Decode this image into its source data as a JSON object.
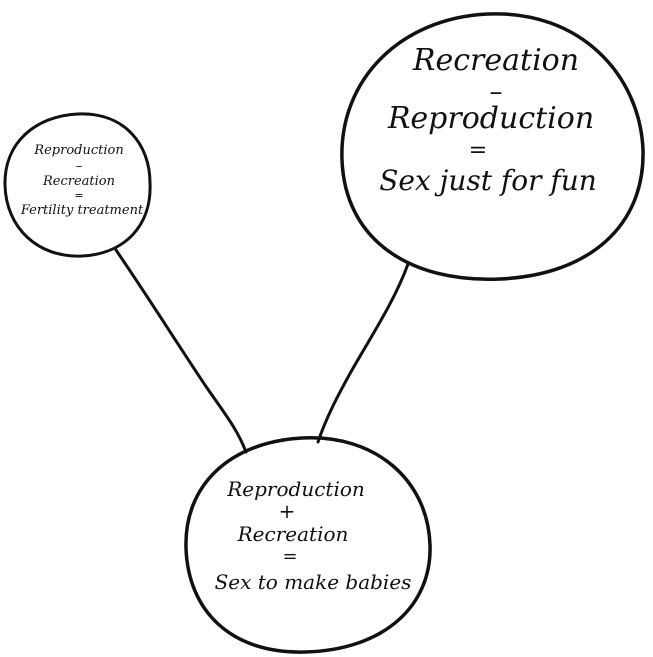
{
  "nodes": [
    {
      "id": "fertility",
      "lines": [
        "Reproduction",
        "–",
        "Recreation",
        "=",
        "Fertility treatment"
      ]
    },
    {
      "id": "fun",
      "lines": [
        "Recreation",
        "–",
        "Reproduction",
        "=",
        "Sex just for fun"
      ]
    },
    {
      "id": "babies",
      "lines": [
        "Reproduction",
        "+",
        "Recreation",
        "=",
        "Sex to make babies"
      ]
    }
  ],
  "edges": [
    {
      "from": "babies",
      "to": "fertility"
    },
    {
      "from": "babies",
      "to": "fun"
    }
  ],
  "colors": {
    "ink": "#111111",
    "background": "#ffffff"
  }
}
